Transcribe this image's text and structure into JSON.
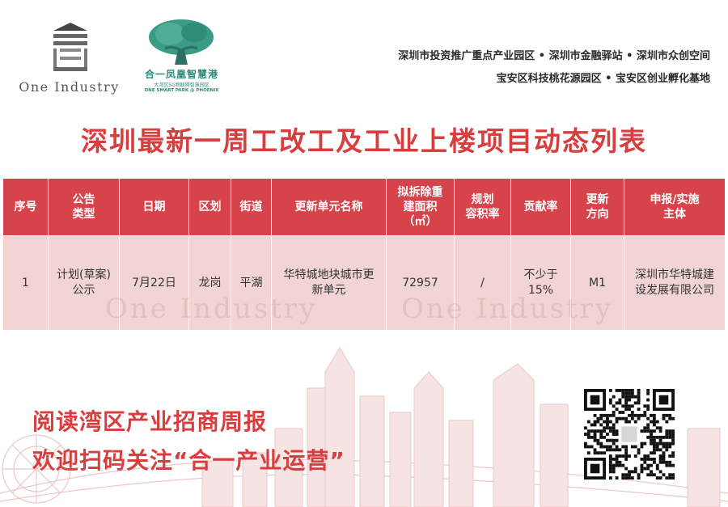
{
  "header": {
    "brand_one_industry": "One Industry",
    "brand_phoenix_name": "合一凤凰智慧港",
    "brand_phoenix_sub_cn": "大湾区5G物联网智慧园区",
    "brand_phoenix_sub_en": "ONE SMART PARK @ PHOENIX",
    "tagline_line1": "深圳市投资推广重点产业园区 • 深圳市金融驿站 • 深圳市众创空间",
    "tagline_line2": "宝安区科技桃花源园区 • 宝安区创业孵化基地"
  },
  "title": "深圳最新一周工改工及工业上楼项目动态列表",
  "table": {
    "headers": [
      "序号",
      "公告\n类型",
      "日期",
      "区划",
      "街道",
      "更新单元名称",
      "拟拆除重\n建面积\n（㎡）",
      "规划\n容积率",
      "贡献率",
      "更新\n方向",
      "申报/实施\n主体"
    ],
    "rows": [
      [
        "1",
        "计划(草案)\n公示",
        "7月22日",
        "龙岗",
        "平湖",
        "华特城地块城市更\n新单元",
        "72957",
        "/",
        "不少于\n15%",
        "M1",
        "深圳市华特城建\n设发展有限公司"
      ]
    ]
  },
  "watermark": "One Industry",
  "bottom": {
    "line1": "阅读湾区产业招商周报",
    "line2": "欢迎扫码关注“合一产业运营”"
  },
  "colors": {
    "accent_red": "#d83e3e",
    "header_red": "#d7434a",
    "cell_pink": "#f2d4d4",
    "logo_green": "#2d8a77"
  }
}
